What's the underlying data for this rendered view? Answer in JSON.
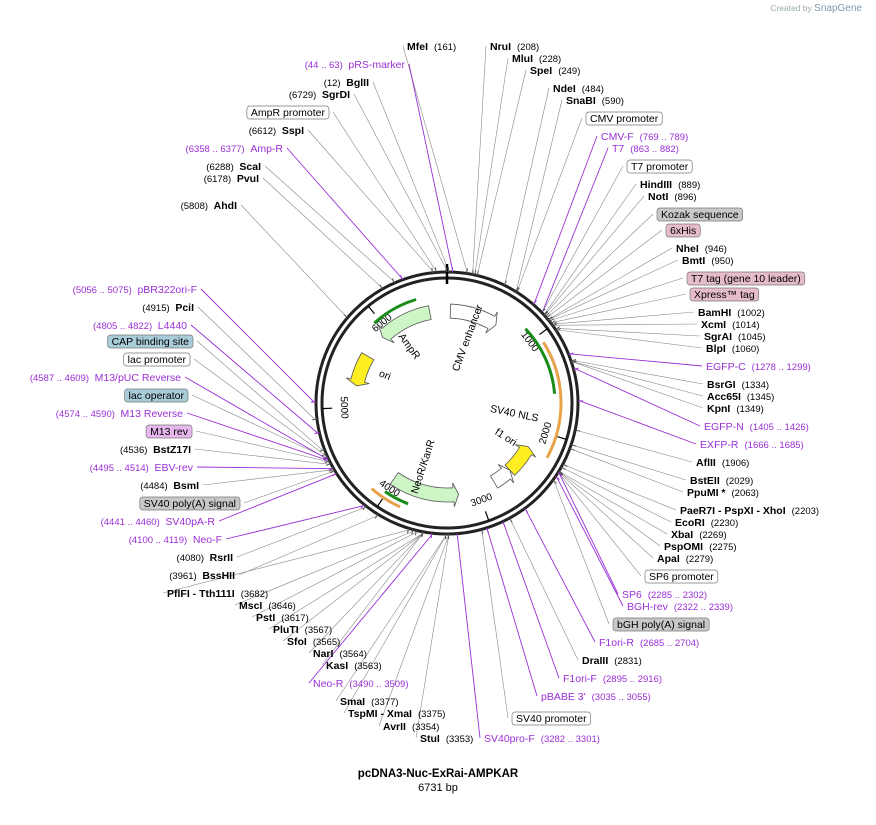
{
  "brand": {
    "prefix": "Created by",
    "name": "SnapGene"
  },
  "plasmid": {
    "name": "pcDNA3-Nuc-ExRai-AMPKAR",
    "length_label": "6731 bp",
    "length": 6731
  },
  "colors": {
    "primer": "#9a2fd6",
    "line": "#888888",
    "feature_white": "#ffffff",
    "feature_gray": "#c8c8c8",
    "feature_pink": "#e6bcc8",
    "feature_blue": "#a9ccd9",
    "feature_purple": "#e8b6ee",
    "arrow_green_light": "#cdf5c6",
    "arrow_green_dark": "#1a8c1a",
    "arrow_yellow": "#ffee22",
    "arrow_orange": "#e8a34a"
  },
  "ticks": [
    {
      "label": "1000",
      "bp": 1000
    },
    {
      "label": "2000",
      "bp": 2000
    },
    {
      "label": "3000",
      "bp": 3000
    },
    {
      "label": "4000",
      "bp": 4000
    },
    {
      "label": "5000",
      "bp": 5000
    },
    {
      "label": "6000",
      "bp": 6000
    }
  ],
  "arrow_labels": [
    {
      "text": "CMV enhancer",
      "bp": 380
    },
    {
      "text": "SV40 NLS",
      "bp": 1900
    },
    {
      "text": "f1 ori",
      "bp": 2300
    },
    {
      "text": "NeoR/KanR",
      "bp": 3700
    },
    {
      "text": "AmpR",
      "bp": 6050
    },
    {
      "text": "ori",
      "bp": 5450
    }
  ],
  "annotations": [
    {
      "kind": "enzyme",
      "name": "MfeI",
      "pos": "(161)",
      "bp": 161
    },
    {
      "kind": "enzyme",
      "name": "NruI",
      "pos": "(208)",
      "bp": 208
    },
    {
      "kind": "enzyme",
      "name": "MluI",
      "pos": "(228)",
      "bp": 228
    },
    {
      "kind": "enzyme",
      "name": "SpeI",
      "pos": "(249)",
      "bp": 249
    },
    {
      "kind": "enzyme",
      "name": "NdeI",
      "pos": "(484)",
      "bp": 484
    },
    {
      "kind": "enzyme",
      "name": "SnaBI",
      "pos": "(590)",
      "bp": 590
    },
    {
      "kind": "feature",
      "name": "CMV promoter",
      "style": "white",
      "bp": 600
    },
    {
      "kind": "primer",
      "name": "CMV-F",
      "pos": "(769 .. 789)",
      "bp": 769
    },
    {
      "kind": "primer",
      "name": "T7",
      "pos": "(863 .. 882)",
      "bp": 863
    },
    {
      "kind": "feature",
      "name": "T7 promoter",
      "style": "white",
      "bp": 864
    },
    {
      "kind": "enzyme",
      "name": "HindIII",
      "pos": "(889)",
      "bp": 889
    },
    {
      "kind": "enzyme",
      "name": "NotI",
      "pos": "(896)",
      "bp": 896
    },
    {
      "kind": "feature",
      "name": "Kozak sequence",
      "style": "gray",
      "bp": 910
    },
    {
      "kind": "feature",
      "name": "6xHis",
      "style": "pink",
      "bp": 925
    },
    {
      "kind": "enzyme",
      "name": "NheI",
      "pos": "(946)",
      "bp": 946
    },
    {
      "kind": "enzyme",
      "name": "BmtI",
      "pos": "(950)",
      "bp": 950
    },
    {
      "kind": "feature",
      "name": "T7 tag (gene 10 leader)",
      "style": "pink",
      "bp": 965
    },
    {
      "kind": "feature",
      "name": "Xpress™ tag",
      "style": "pink",
      "bp": 985
    },
    {
      "kind": "enzyme",
      "name": "BamHI",
      "pos": "(1002)",
      "bp": 1002
    },
    {
      "kind": "enzyme",
      "name": "XcmI",
      "pos": "(1014)",
      "bp": 1014
    },
    {
      "kind": "enzyme",
      "name": "SgrAI",
      "pos": "(1045)",
      "bp": 1045
    },
    {
      "kind": "enzyme",
      "name": "BlpI",
      "pos": "(1060)",
      "bp": 1060
    },
    {
      "kind": "primer",
      "name": "EGFP-C",
      "pos": "(1278 .. 1299)",
      "bp": 1278
    },
    {
      "kind": "enzyme",
      "name": "BsrGI",
      "pos": "(1334)",
      "bp": 1334
    },
    {
      "kind": "enzyme",
      "name": "Acc65I",
      "pos": "(1345)",
      "bp": 1345
    },
    {
      "kind": "enzyme",
      "name": "KpnI",
      "pos": "(1349)",
      "bp": 1349
    },
    {
      "kind": "primer",
      "name": "EGFP-N",
      "pos": "(1405 .. 1426)",
      "bp": 1405
    },
    {
      "kind": "primer",
      "name": "EXFP-R",
      "pos": "(1666 .. 1685)",
      "bp": 1666
    },
    {
      "kind": "enzyme",
      "name": "AflII",
      "pos": "(1906)",
      "bp": 1906
    },
    {
      "kind": "enzyme",
      "name": "BstEII",
      "pos": "(2029)",
      "bp": 2029
    },
    {
      "kind": "enzyme",
      "name": "PpuMI *",
      "pos": "(2063)",
      "bp": 2063
    },
    {
      "kind": "enzyme",
      "name": "PaeR7I - PspXI - XhoI",
      "pos": "(2203)",
      "bp": 2203
    },
    {
      "kind": "enzyme",
      "name": "EcoRI",
      "pos": "(2230)",
      "bp": 2230
    },
    {
      "kind": "enzyme",
      "name": "XbaI",
      "pos": "(2269)",
      "bp": 2269
    },
    {
      "kind": "enzyme",
      "name": "PspOMI",
      "pos": "(2275)",
      "bp": 2275
    },
    {
      "kind": "enzyme",
      "name": "ApaI",
      "pos": "(2279)",
      "bp": 2279
    },
    {
      "kind": "feature",
      "name": "SP6 promoter",
      "style": "white",
      "bp": 2285
    },
    {
      "kind": "primer",
      "name": "SP6",
      "pos": "(2285 .. 2302)",
      "bp": 2285
    },
    {
      "kind": "primer",
      "name": "BGH-rev",
      "pos": "(2322 .. 2339)",
      "bp": 2322
    },
    {
      "kind": "feature",
      "name": "bGH poly(A) signal",
      "style": "gray",
      "bp": 2360
    },
    {
      "kind": "primer",
      "name": "F1ori-R",
      "pos": "(2685 .. 2704)",
      "bp": 2685
    },
    {
      "kind": "enzyme",
      "name": "DraIII",
      "pos": "(2831)",
      "bp": 2831
    },
    {
      "kind": "primer",
      "name": "F1ori-F",
      "pos": "(2895 .. 2916)",
      "bp": 2895
    },
    {
      "kind": "primer",
      "name": "pBABE 3'",
      "pos": "(3035 .. 3055)",
      "bp": 3035
    },
    {
      "kind": "feature",
      "name": "SV40 promoter",
      "style": "white",
      "bp": 3080
    },
    {
      "kind": "primer",
      "name": "SV40pro-F",
      "pos": "(3282 .. 3301)",
      "bp": 3282
    },
    {
      "kind": "enzyme",
      "name": "StuI",
      "pos": "(3353)",
      "bp": 3353
    },
    {
      "kind": "enzyme",
      "name": "AvrII",
      "pos": "(3354)",
      "bp": 3354
    },
    {
      "kind": "enzyme",
      "name": "TspMI - XmaI",
      "pos": "(3375)",
      "bp": 3375
    },
    {
      "kind": "enzyme",
      "name": "SmaI",
      "pos": "(3377)",
      "bp": 3377
    },
    {
      "kind": "primer",
      "name": "Neo-R",
      "pos": "(3490 .. 3509)",
      "bp": 3490
    },
    {
      "kind": "enzyme",
      "name": "KasI",
      "pos": "(3563)",
      "bp": 3563
    },
    {
      "kind": "enzyme",
      "name": "NarI",
      "pos": "(3564)",
      "bp": 3564
    },
    {
      "kind": "enzyme",
      "name": "SfoI",
      "pos": "(3565)",
      "bp": 3565
    },
    {
      "kind": "enzyme",
      "name": "PluTI",
      "pos": "(3567)",
      "bp": 3567
    },
    {
      "kind": "enzyme",
      "name": "PstI",
      "pos": "(3617)",
      "bp": 3617
    },
    {
      "kind": "enzyme",
      "name": "MscI",
      "pos": "(3646)",
      "bp": 3646
    },
    {
      "kind": "enzyme",
      "name": "PflFI - Tth111I",
      "pos": "(3682)",
      "bp": 3682
    },
    {
      "kind": "enzyme",
      "name": "BssHII",
      "pos": "(3961)",
      "bp": 3961
    },
    {
      "kind": "enzyme",
      "name": "RsrII",
      "pos": "(4080)",
      "bp": 4080
    },
    {
      "kind": "primer",
      "name": "Neo-F",
      "pos": "(4100 .. 4119)",
      "bp": 4100
    },
    {
      "kind": "primer",
      "name": "SV40pA-R",
      "pos": "(4441 .. 4460)",
      "bp": 4441
    },
    {
      "kind": "feature",
      "name": "SV40 poly(A) signal",
      "style": "gray",
      "bp": 4470
    },
    {
      "kind": "enzyme",
      "name": "BsmI",
      "pos": "(4484)",
      "bp": 4484
    },
    {
      "kind": "primer",
      "name": "EBV-rev",
      "pos": "(4495 .. 4514)",
      "bp": 4495
    },
    {
      "kind": "enzyme",
      "name": "BstZ17I",
      "pos": "(4536)",
      "bp": 4536
    },
    {
      "kind": "feature",
      "name": "M13 rev",
      "style": "purple",
      "bp": 4560
    },
    {
      "kind": "primer",
      "name": "M13 Reverse",
      "pos": "(4574 .. 4590)",
      "bp": 4574
    },
    {
      "kind": "feature",
      "name": "lac operator",
      "style": "blue",
      "bp": 4595
    },
    {
      "kind": "primer",
      "name": "M13/pUC Reverse",
      "pos": "(4587 .. 4609)",
      "bp": 4587
    },
    {
      "kind": "feature",
      "name": "lac promoter",
      "style": "white",
      "bp": 4620
    },
    {
      "kind": "feature",
      "name": "CAP binding site",
      "style": "blue",
      "bp": 4660
    },
    {
      "kind": "primer",
      "name": "L4440",
      "pos": "(4805 .. 4822)",
      "bp": 4805
    },
    {
      "kind": "enzyme",
      "name": "PciI",
      "pos": "(4915)",
      "bp": 4915
    },
    {
      "kind": "primer",
      "name": "pBR322ori-F",
      "pos": "(5056 .. 5075)",
      "bp": 5056
    },
    {
      "kind": "enzyme",
      "name": "AhdI",
      "pos": "(5808)",
      "bp": 5808
    },
    {
      "kind": "enzyme",
      "name": "PvuI",
      "pos": "(6178)",
      "bp": 6178
    },
    {
      "kind": "enzyme",
      "name": "ScaI",
      "pos": "(6288)",
      "bp": 6288
    },
    {
      "kind": "primer",
      "name": "Amp-R",
      "pos": "(6358 .. 6377)",
      "bp": 6358
    },
    {
      "kind": "enzyme",
      "name": "SspI",
      "pos": "(6612)",
      "bp": 6612
    },
    {
      "kind": "feature",
      "name": "AmpR promoter",
      "style": "white",
      "bp": 6640
    },
    {
      "kind": "enzyme",
      "name": "SgrDI",
      "pos": "(6729)",
      "bp": 6729
    },
    {
      "kind": "enzyme",
      "name": "BglII",
      "pos": "(12)",
      "bp": 12
    },
    {
      "kind": "primer",
      "name": "pRS-marker",
      "pos": "(44 .. 63)",
      "bp": 44
    }
  ]
}
